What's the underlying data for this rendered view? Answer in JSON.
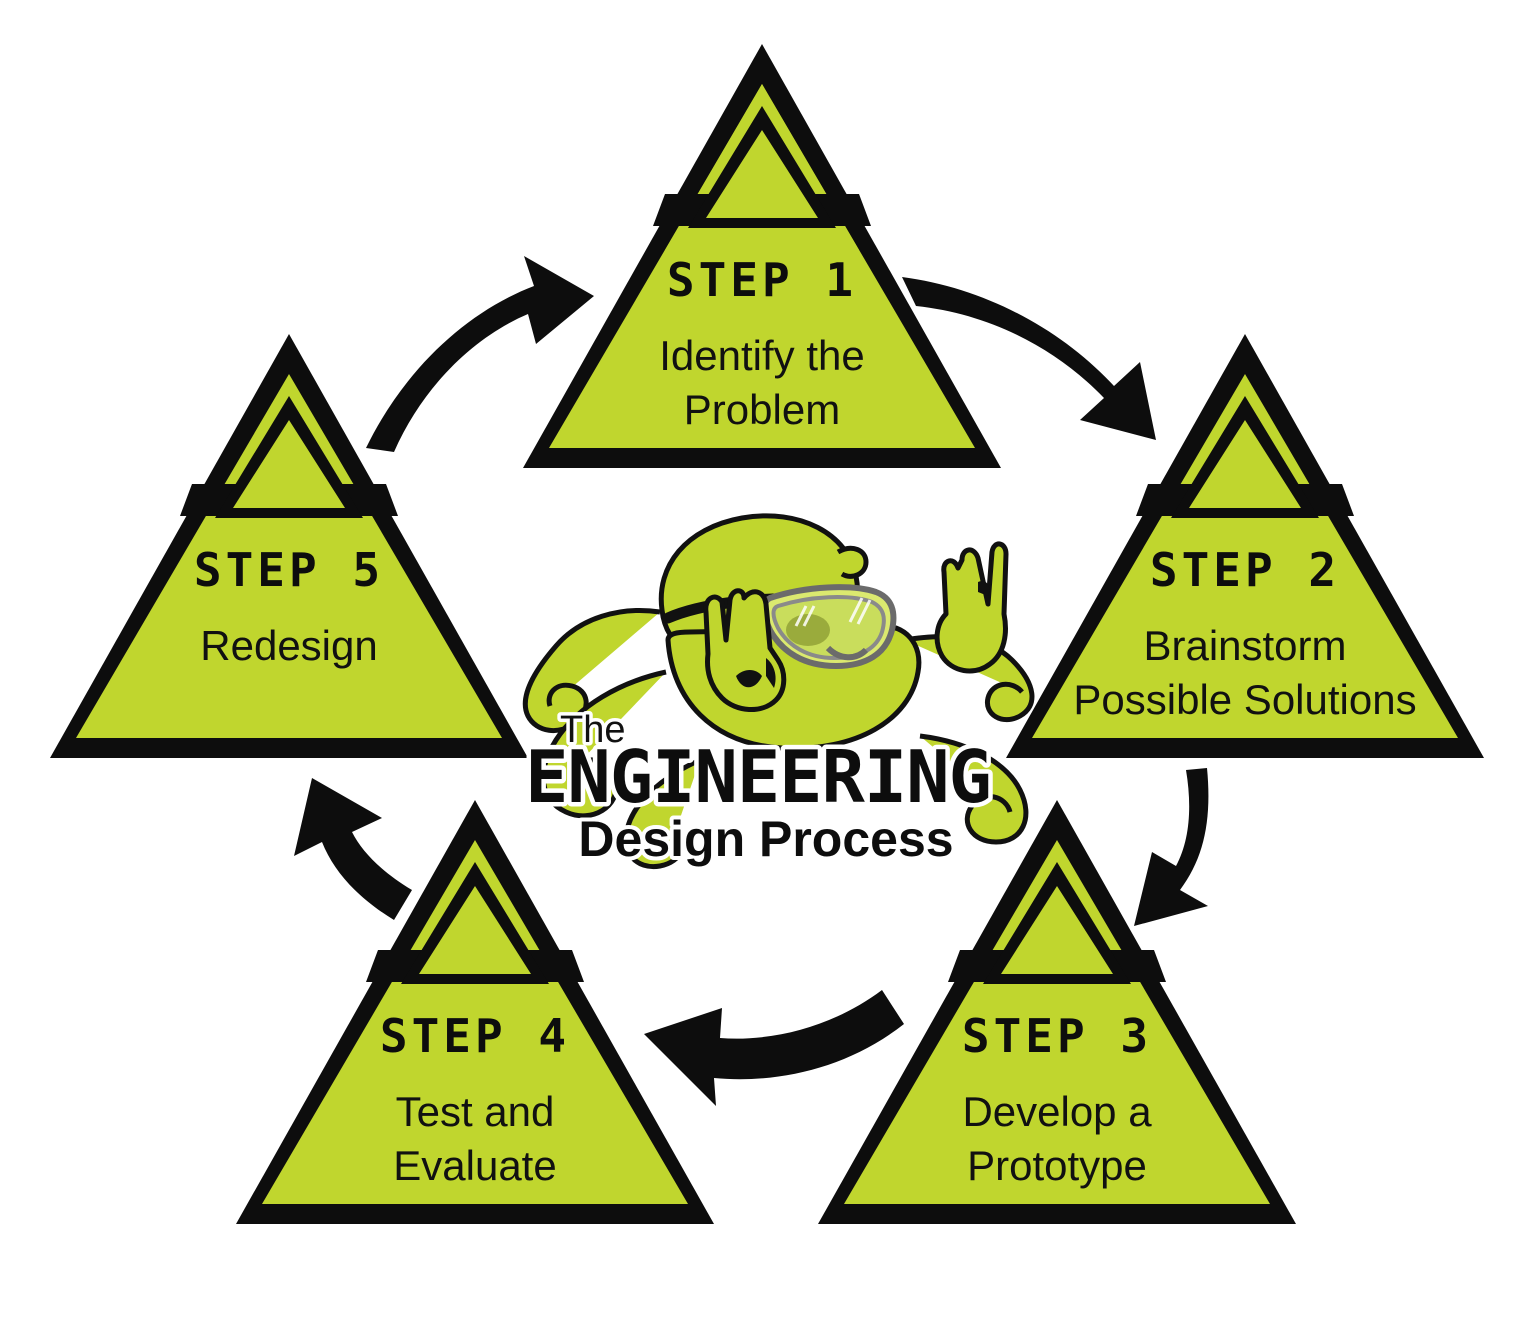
{
  "diagram": {
    "title": "The Engineering Design Process",
    "type": "cycle",
    "shape": "triangle",
    "accent_color": "#c0d62e",
    "outline_color": "#0d0d0d",
    "background_color": "#ffffff",
    "direction": "clockwise"
  },
  "center_logo": {
    "line1": "The",
    "line2": "ENGINEERING",
    "line3": "Design Process",
    "mascot": "octopus-with-goggles",
    "mascot_color": "#c0d62e"
  },
  "steps": [
    {
      "id": "step-1",
      "number": "STEP 1",
      "label_line1": "Identify the",
      "label_line2": "Problem",
      "position": "top"
    },
    {
      "id": "step-2",
      "number": "STEP 2",
      "label_line1": "Brainstorm",
      "label_line2": "Possible Solutions",
      "position": "right"
    },
    {
      "id": "step-3",
      "number": "STEP 3",
      "label_line1": "Develop a",
      "label_line2": "Prototype",
      "position": "bottom-right"
    },
    {
      "id": "step-4",
      "number": "STEP 4",
      "label_line1": "Test and",
      "label_line2": "Evaluate",
      "position": "bottom-left"
    },
    {
      "id": "step-5",
      "number": "STEP 5",
      "label_line1": "Redesign",
      "label_line2": "",
      "position": "left"
    }
  ],
  "arrows": [
    {
      "id": "arrow-1-to-2",
      "from": "STEP 1",
      "to": "STEP 2",
      "direction": "right-down"
    },
    {
      "id": "arrow-2-to-3",
      "from": "STEP 2",
      "to": "STEP 3",
      "direction": "down-left"
    },
    {
      "id": "arrow-3-to-4",
      "from": "STEP 3",
      "to": "STEP 4",
      "direction": "left"
    },
    {
      "id": "arrow-4-to-5",
      "from": "STEP 4",
      "to": "STEP 5",
      "direction": "up-left"
    },
    {
      "id": "arrow-5-to-1",
      "from": "STEP 5",
      "to": "STEP 1",
      "direction": "up-right"
    }
  ]
}
